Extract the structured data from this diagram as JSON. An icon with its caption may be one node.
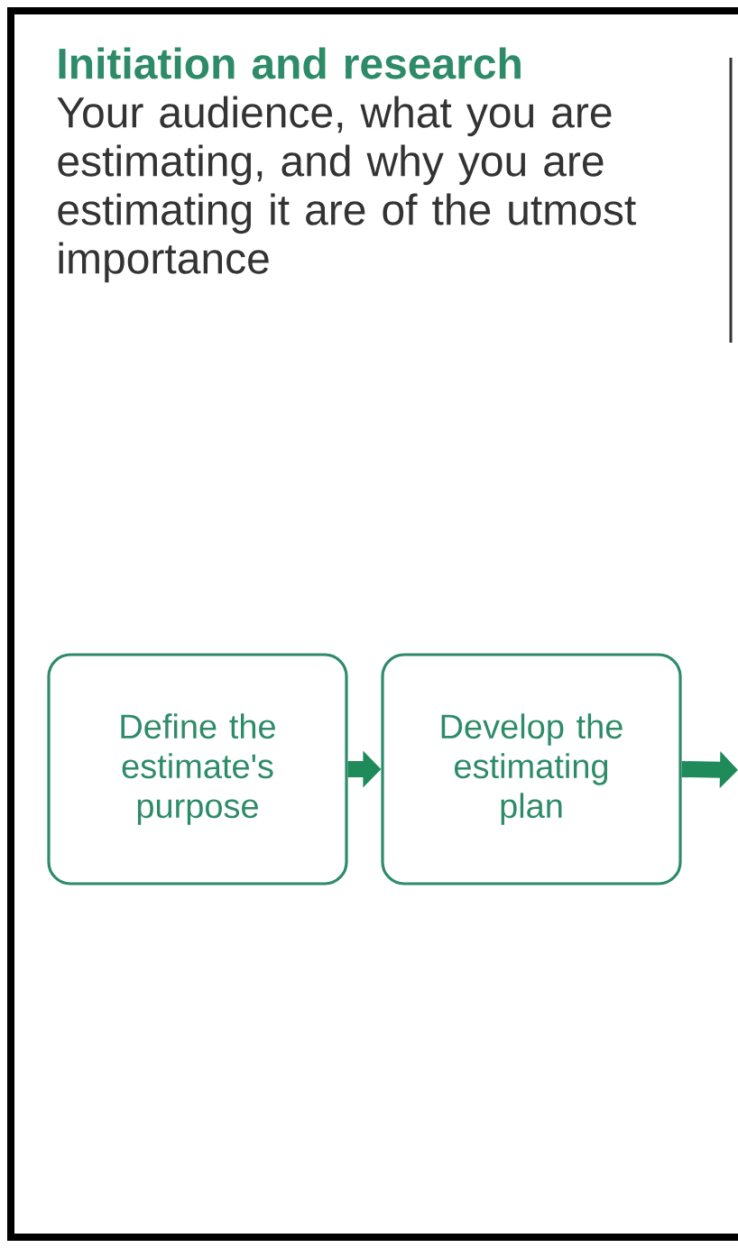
{
  "diagram": {
    "nodes": [
      {
        "text": [
          "Initiation and research",
          "Your audience, what you are estimating, and why you are estimating it are of the utmost importance"
        ]
      },
      {
        "text": [
          "Define the estimate's purpose"
        ],
        "in": 0
      },
      {
        "text": [
          "Develop the estimating plan"
        ],
        "in": 0
      }
    ],
    "edges": [
      {
        "from": 1,
        "to": 2,
        "arrow": "to"
      },
      {
        "from": 2,
        "to": null,
        "arrow": "to"
      }
    ]
  }
}
